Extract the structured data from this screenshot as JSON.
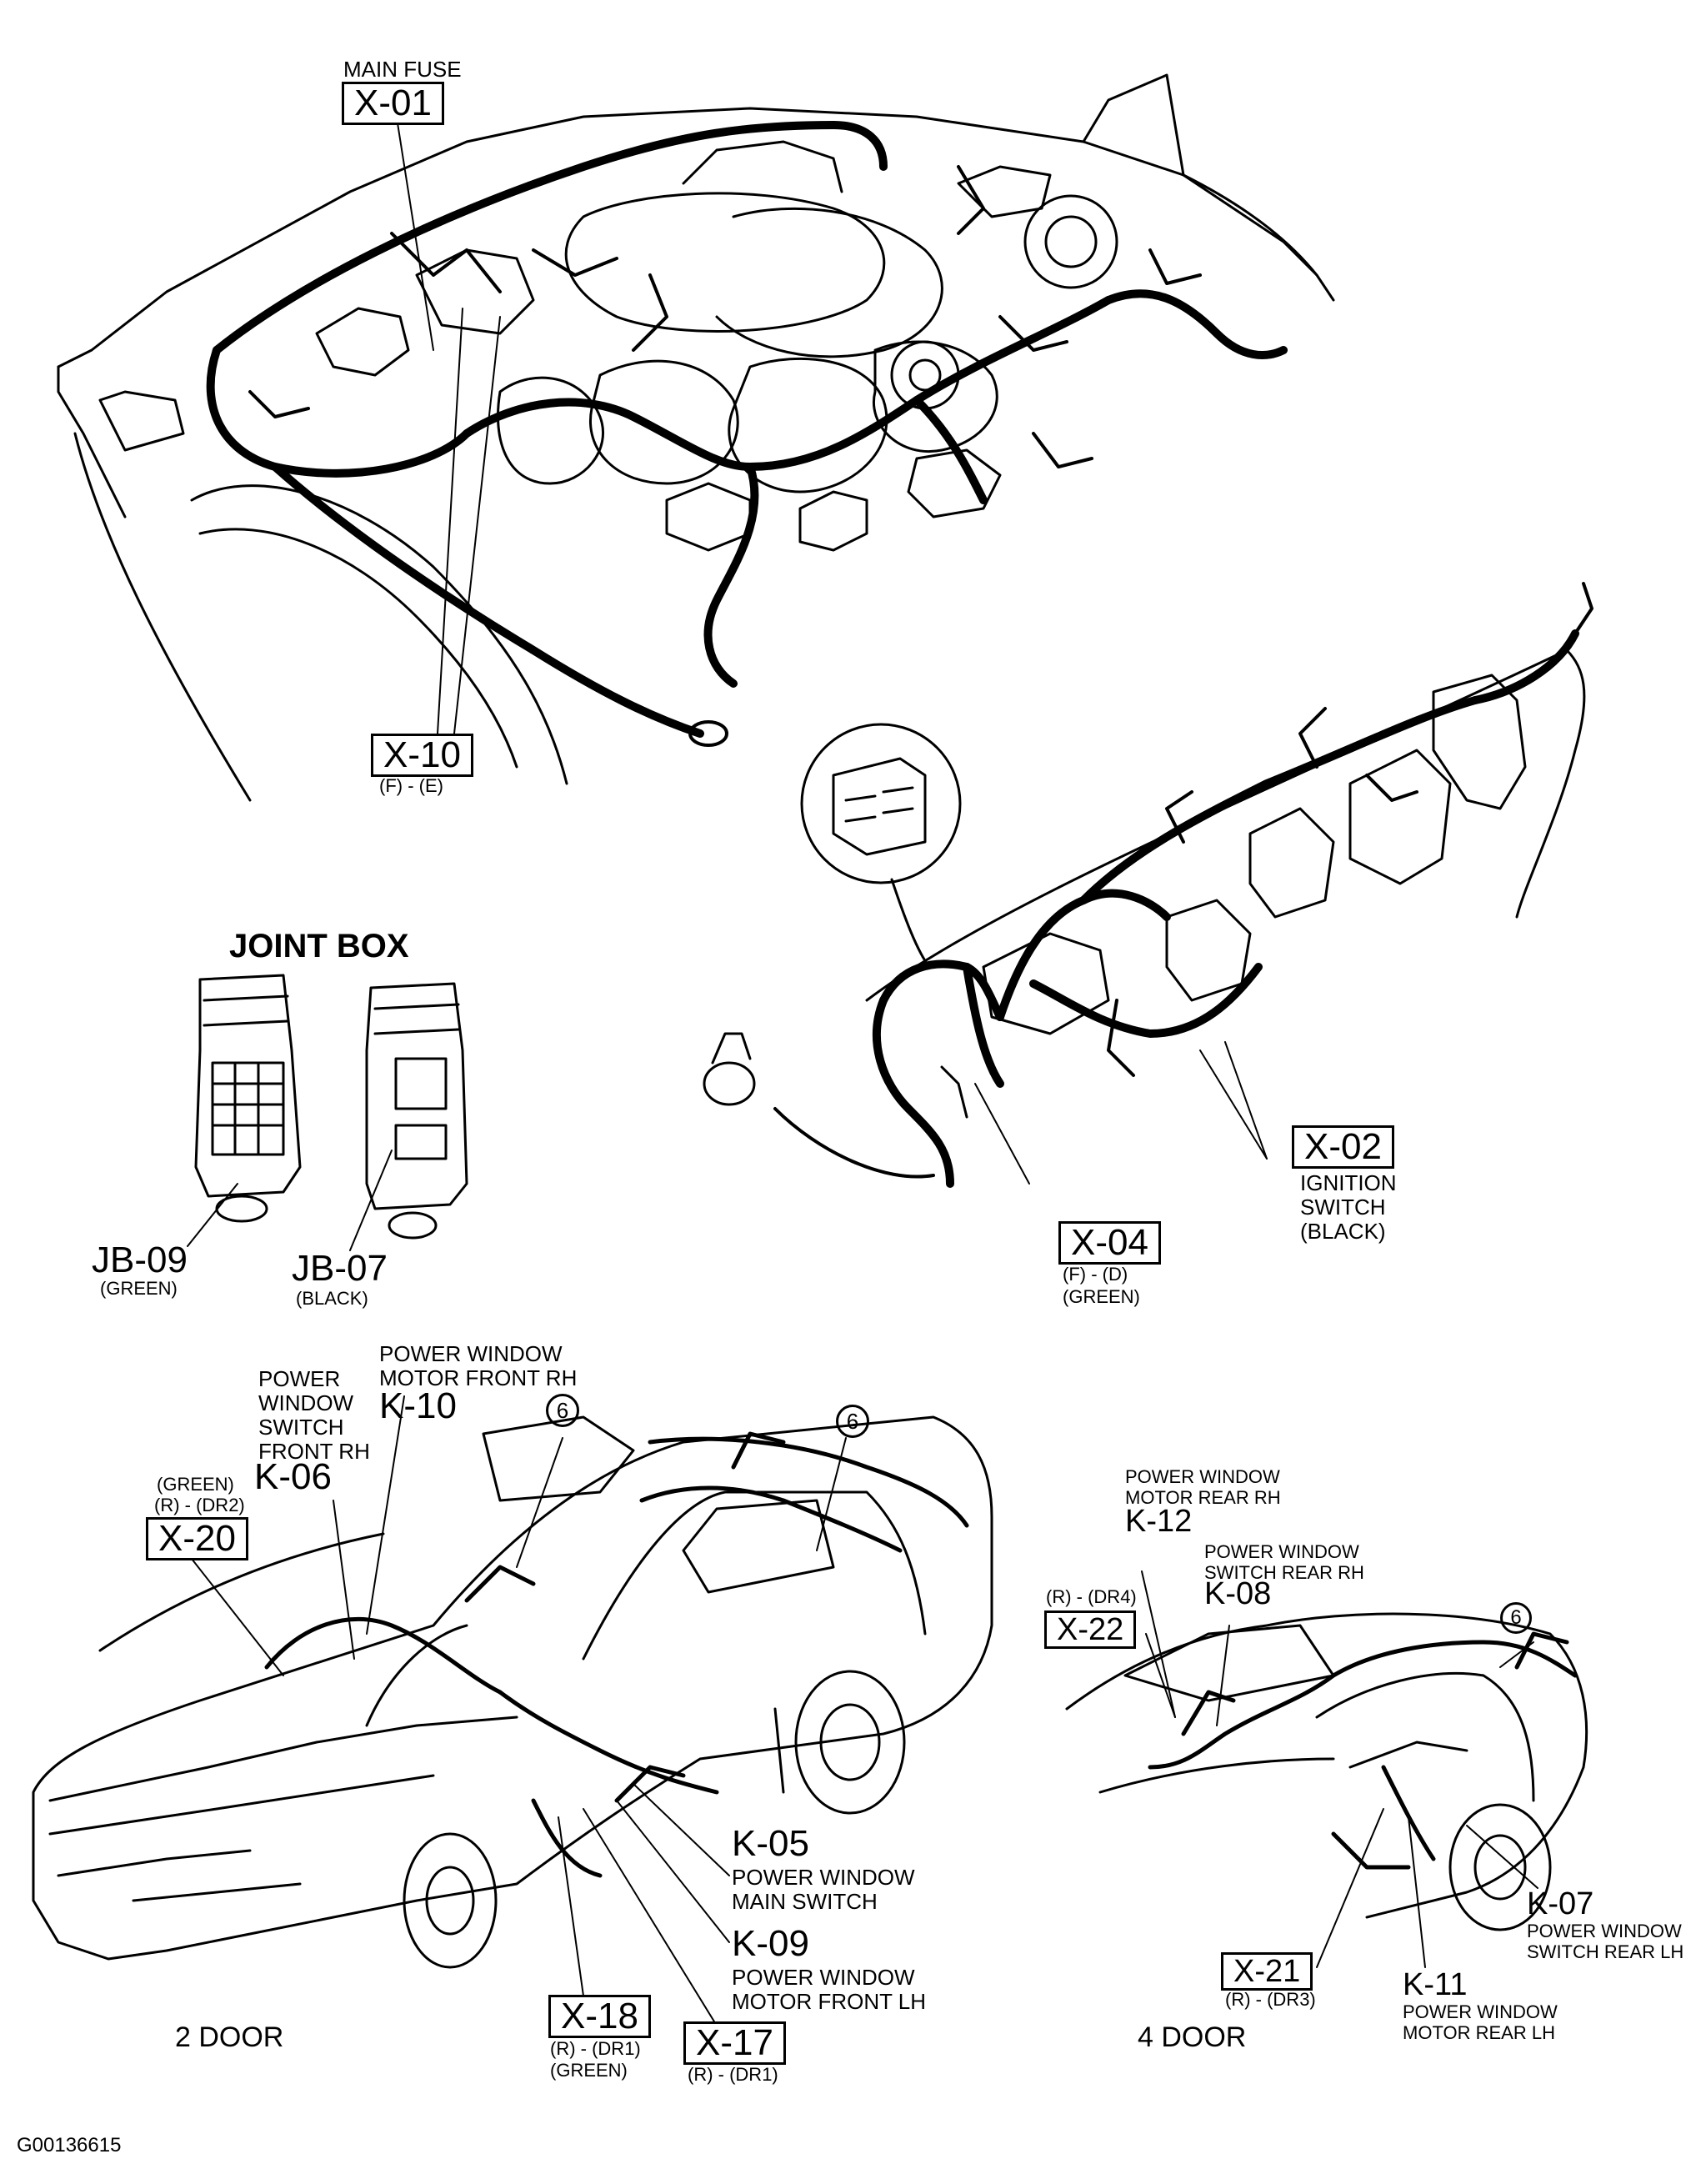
{
  "figure_id": "G00136615",
  "engine_view": {
    "main_fuse": {
      "title": "MAIN FUSE",
      "code": "X-01"
    },
    "x10": {
      "code": "X-10",
      "sub": "(F) - (E)"
    }
  },
  "joint_box": {
    "heading": "JOINT BOX",
    "jb09": {
      "code": "JB-09",
      "color": "(GREEN)"
    },
    "jb07": {
      "code": "JB-07",
      "color": "(BLACK)"
    }
  },
  "dash_view": {
    "x02": {
      "code": "X-02",
      "desc": [
        "IGNITION",
        "SWITCH",
        "(BLACK)"
      ]
    },
    "x04": {
      "code": "X-04",
      "sub": "(F) - (D)",
      "color": "(GREEN)"
    }
  },
  "two_door": {
    "caption": "2 DOOR",
    "x20": {
      "color": "(GREEN)",
      "sub": "(R) - (DR2)",
      "code": "X-20"
    },
    "k06": {
      "desc": [
        "POWER",
        "WINDOW",
        "SWITCH",
        "FRONT RH"
      ],
      "code": "K-06"
    },
    "k10": {
      "desc": [
        "POWER WINDOW",
        "MOTOR FRONT RH"
      ],
      "code": "K-10"
    },
    "k05": {
      "code": "K-05",
      "desc": [
        "POWER WINDOW",
        "MAIN SWITCH"
      ]
    },
    "k09": {
      "code": "K-09",
      "desc": [
        "POWER WINDOW",
        "MOTOR FRONT LH"
      ]
    },
    "x18": {
      "code": "X-18",
      "sub": "(R) - (DR1)",
      "color": "(GREEN)"
    },
    "x17": {
      "code": "X-17",
      "sub": "(R) - (DR1)"
    },
    "ground_a": "6",
    "ground_b": "6"
  },
  "four_door": {
    "caption": "4 DOOR",
    "k12": {
      "desc": [
        "POWER WINDOW",
        "MOTOR REAR RH"
      ],
      "code": "K-12"
    },
    "k08": {
      "desc": [
        "POWER WINDOW",
        "SWITCH REAR RH"
      ],
      "code": "K-08"
    },
    "x22": {
      "sub": "(R) - (DR4)",
      "code": "X-22"
    },
    "k07": {
      "code": "K-07",
      "desc": [
        "POWER WINDOW",
        "SWITCH REAR LH"
      ]
    },
    "x21": {
      "code": "X-21",
      "sub": "(R) - (DR3)"
    },
    "k11": {
      "code": "K-11",
      "desc": [
        "POWER WINDOW",
        "MOTOR REAR LH"
      ]
    },
    "ground": "6"
  }
}
